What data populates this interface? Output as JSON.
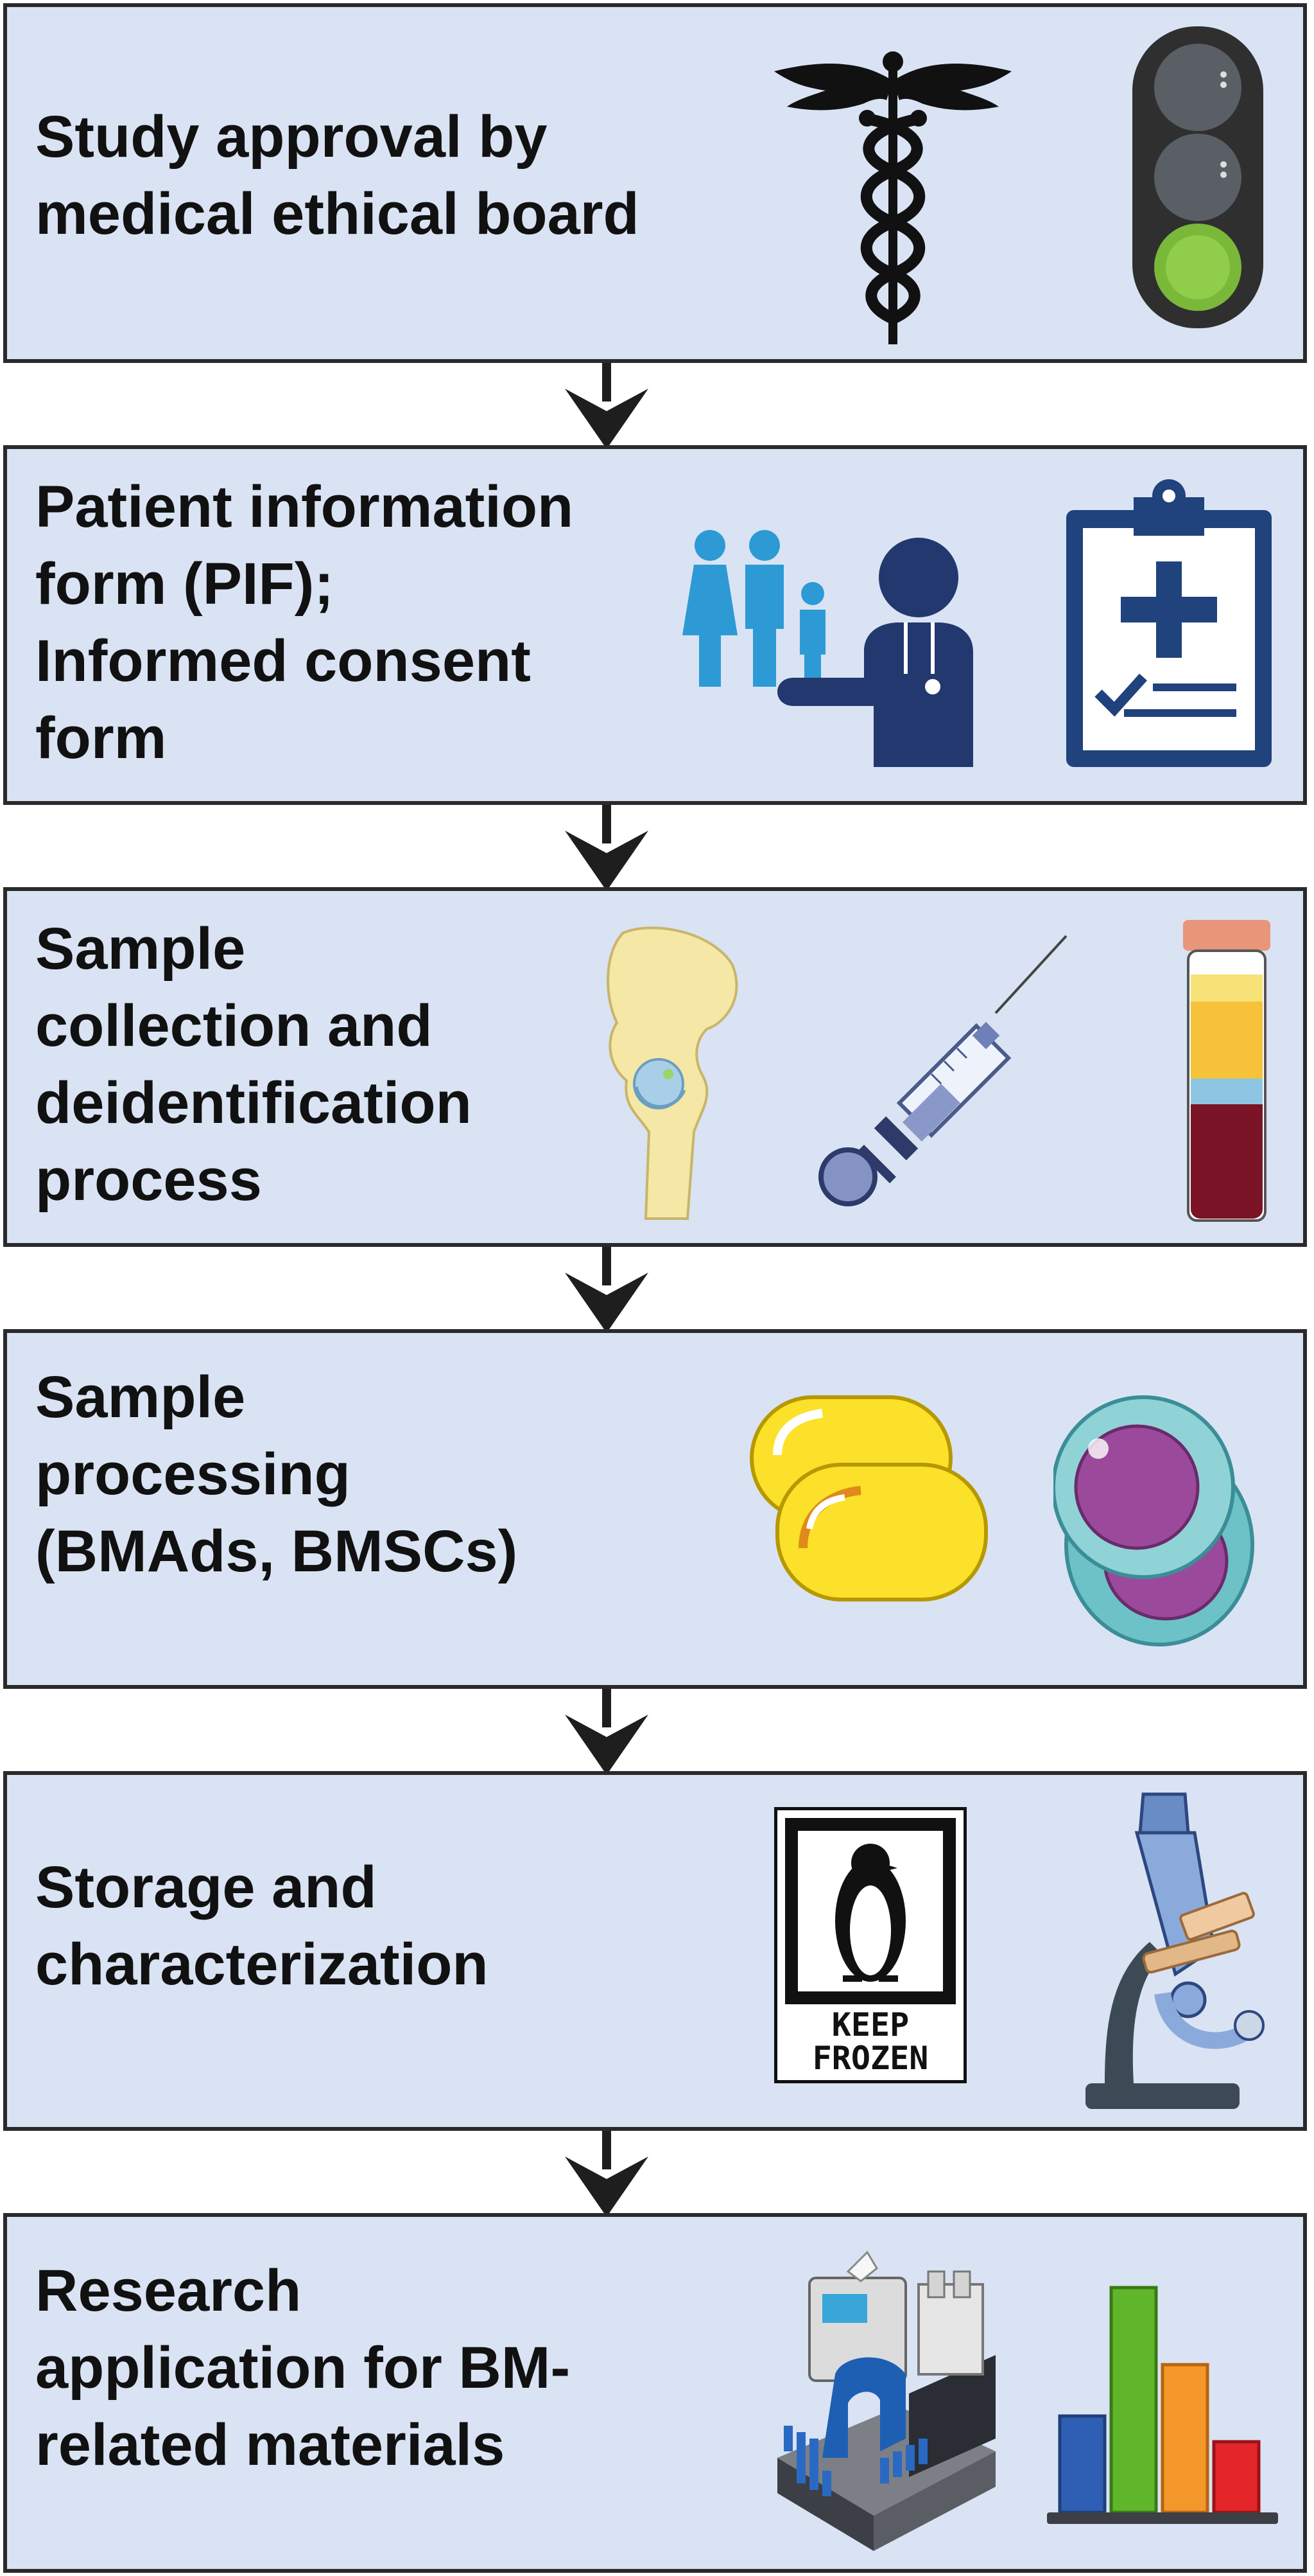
{
  "steps": [
    {
      "text": "Study approval by\nmedical ethical board",
      "icons": [
        "caduceus-icon",
        "traffic-light-icon"
      ]
    },
    {
      "text": "Patient information\nform (PIF);\nInformed consent\nform",
      "icons": [
        "family-doctor-icon",
        "medical-clipboard-icon"
      ]
    },
    {
      "text": "Sample\ncollection and\ndeidentification\nprocess",
      "icons": [
        "hip-joint-icon",
        "syringe-icon",
        "blood-tube-icon"
      ]
    },
    {
      "text": "Sample\nprocessing\n(BMAds, BMSCs)",
      "icons": [
        "adipocytes-icon",
        "stem-cells-icon"
      ]
    },
    {
      "text": "Storage and\ncharacterization",
      "icons": [
        "keep-frozen-sign-icon",
        "microscope-icon"
      ]
    },
    {
      "text": "Research\napplication for BM-\nrelated materials",
      "icons": [
        "lab-analyzer-icon",
        "bar-chart-icon"
      ]
    }
  ],
  "keep_frozen": {
    "line1": "KEEP",
    "line2": "FROZEN"
  },
  "colors": {
    "box_fill": "#d9e3f3",
    "border": "#2a2a2a",
    "text": "#111111",
    "arrow": "#1e1e1e"
  }
}
